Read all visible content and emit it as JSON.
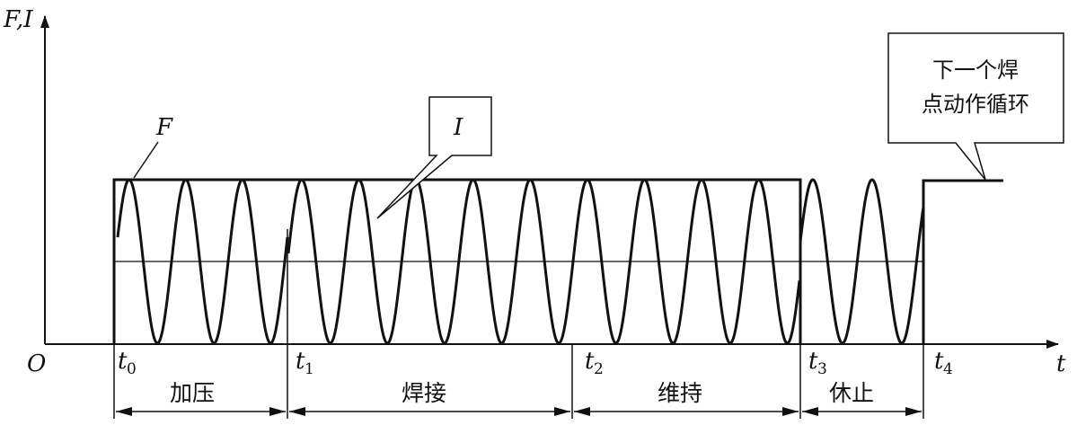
{
  "axes": {
    "y_label": "F,I",
    "x_label": "t",
    "origin": "O"
  },
  "time_marks": [
    {
      "base": "t",
      "sub": "0"
    },
    {
      "base": "t",
      "sub": "1"
    },
    {
      "base": "t",
      "sub": "2"
    },
    {
      "base": "t",
      "sub": "3"
    },
    {
      "base": "t",
      "sub": "4"
    }
  ],
  "phases": [
    "加压",
    "焊接",
    "维持",
    "休止"
  ],
  "labels": {
    "force": "F",
    "current": "I"
  },
  "callout": {
    "line1": "下一个焊",
    "line2": "点动作循环"
  }
}
